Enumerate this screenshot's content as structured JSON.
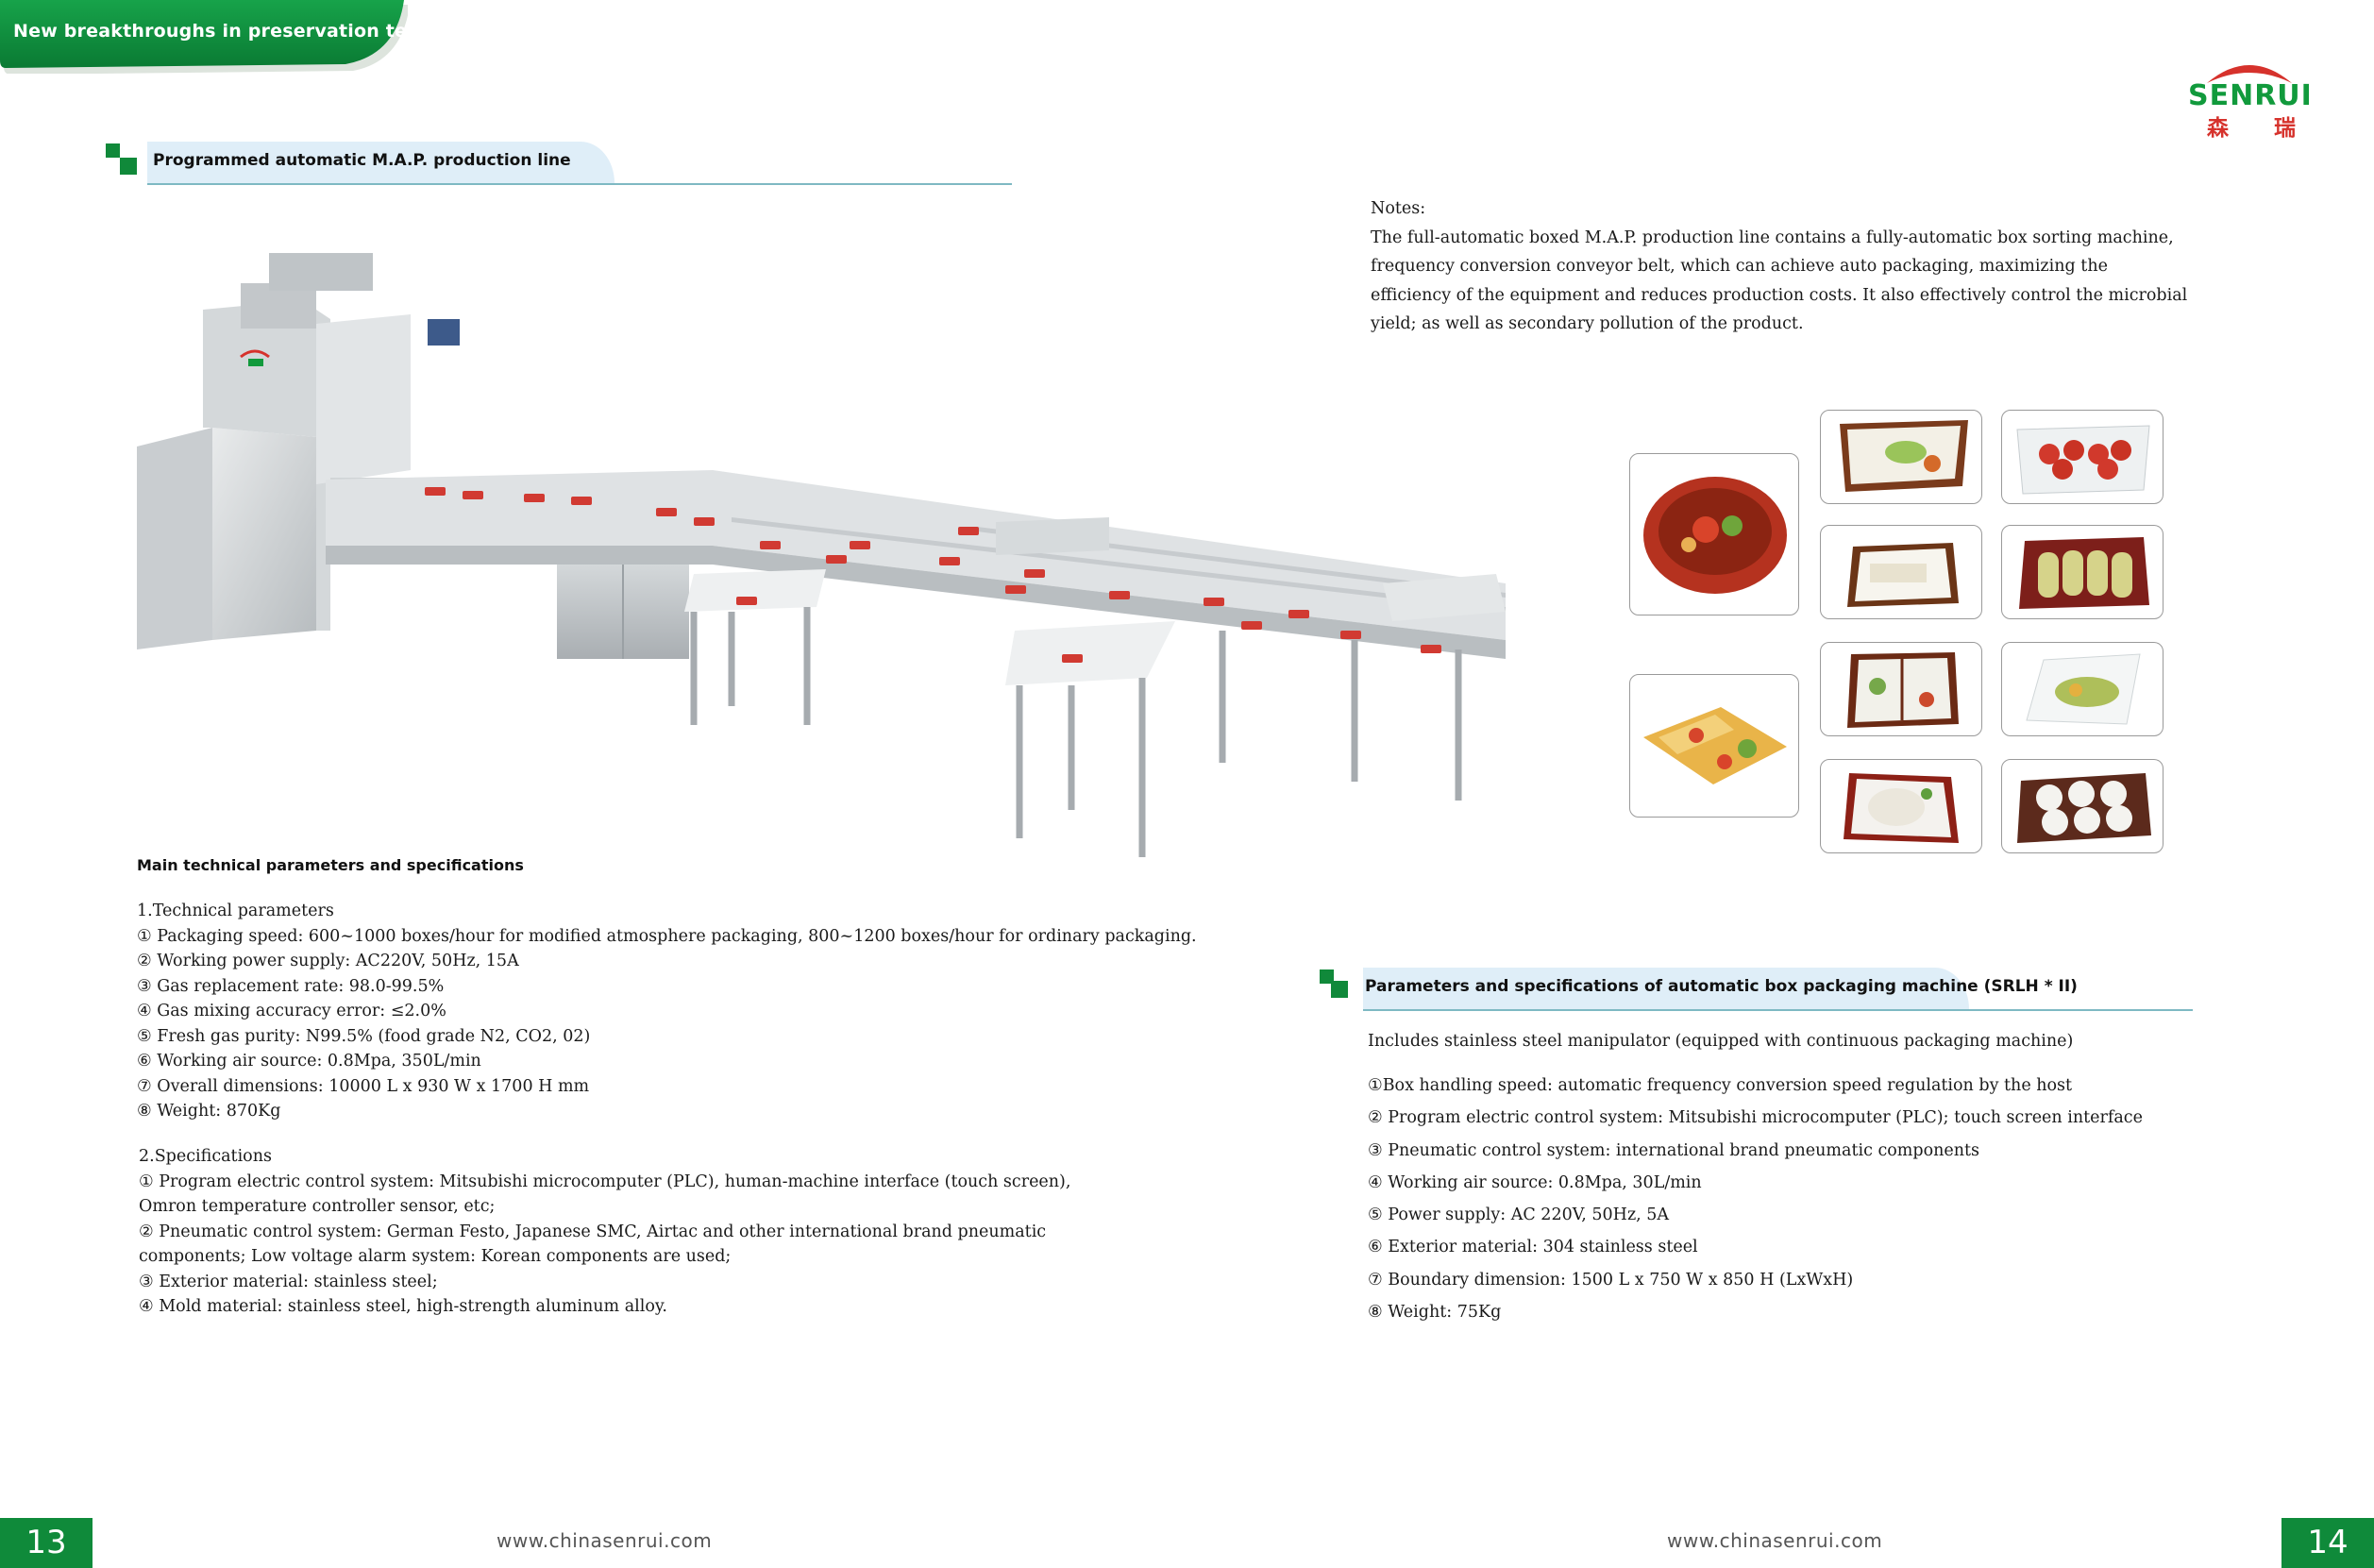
{
  "header": {
    "banner_text": "New breakthroughs in preservation technology"
  },
  "logo": {
    "word": "SENRUI",
    "cn_1": "森",
    "cn_2": "瑞"
  },
  "left": {
    "section_title": "Programmed automatic M.A.P. production line",
    "params_heading": "Main technical parameters and specifications",
    "technical_title": "1.Technical parameters",
    "technical_items": [
      "① Packaging speed: 600~1000 boxes/hour for modified atmosphere packaging, 800~1200 boxes/hour for ordinary packaging.",
      "② Working power supply: AC220V, 50Hz, 15A",
      "③ Gas replacement rate: 98.0-99.5%",
      "④ Gas mixing accuracy error: ≤2.0%",
      "⑤ Fresh gas purity: N99.5% (food grade N2, CO2, 02)",
      "⑥ Working air source: 0.8Mpa, 350L/min",
      "⑦ Overall dimensions: 10000 L x 930 W x 1700 H mm",
      "⑧ Weight: 870Kg"
    ],
    "spec_title": "2.Specifications",
    "spec_items": [
      "① Program electric control system: Mitsubishi microcomputer (PLC), human-machine interface (touch screen),",
      "Omron temperature controller sensor, etc;",
      "② Pneumatic control system: German Festo, Japanese SMC, Airtac and other international brand pneumatic",
      "components; Low voltage alarm system: Korean components are used;",
      "③ Exterior material: stainless steel;",
      "④ Mold material: stainless steel, high-strength aluminum alloy."
    ]
  },
  "right": {
    "notes_label": "Notes:",
    "notes_text": "The full-automatic boxed M.A.P. production line contains a fully-automatic box sorting machine, frequency conversion conveyor belt, which can achieve auto packaging, maximizing the efficiency of the equipment and reduces production costs. It also effectively control the microbial yield; as well as secondary pollution of the product.",
    "section_title": "Parameters and specifications of automatic box packaging machine (SRLH * II)",
    "intro": "Includes stainless steel manipulator (equipped with continuous packaging machine)",
    "items": [
      "①Box handling speed: automatic frequency conversion speed regulation by the host",
      "② Program electric control system: Mitsubishi microcomputer (PLC); touch screen interface",
      "③ Pneumatic control system: international brand pneumatic components",
      "④ Working air source: 0.8Mpa, 30L/min",
      "⑤ Power supply: AC 220V, 50Hz, 5A",
      "⑥ Exterior material: 304 stainless steel",
      "⑦ Boundary dimension: 1500 L x 750 W x 850 H (LxWxH)",
      "⑧ Weight: 75Kg"
    ]
  },
  "footer": {
    "page_left": "13",
    "page_right": "14",
    "url_left": "www.chinasenrui.com",
    "url_right": "www.chinasenrui.com"
  },
  "colors": {
    "brand_green": "#0f8a3a",
    "brand_red": "#d6322c",
    "tab_blue": "#dfeef8"
  }
}
